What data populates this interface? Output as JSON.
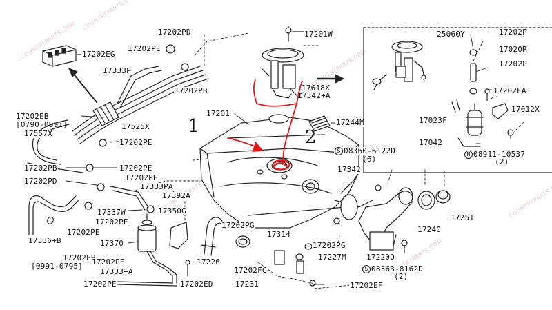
{
  "labels": {
    "p17202EG": "17202EG",
    "p17202PD_top": "17202PD",
    "p17202PE_top": "17202PE",
    "p17333P": "17333P",
    "p17202PB_top": "17202PB",
    "p17201W": "17201W",
    "p17618X": "17618X",
    "p17342A": "17342+A",
    "p25060Y": "25060Y",
    "p17202P_1": "17202P",
    "p17020R": "17020R",
    "p17202P_2": "17202P",
    "p17202EA": "17202EA",
    "p17012X": "17012X",
    "p17023F": "17023F",
    "p17042": "17042",
    "p08911": "08911-10537",
    "p08911_qty": "(2)",
    "p17202EB_left": "17202EB",
    "p0790": "[0790-0991]",
    "p17557X": "17557X",
    "p17525X": "17525X",
    "p17201": "17201",
    "p17244M": "17244M",
    "p17202PE_mid": "17202PE",
    "p08360": "08360-6122D",
    "p08360_qty": "(6)",
    "p17202PB_left": "17202PB",
    "p17202PE_left2": "17202PE",
    "p17342": "17342",
    "p17202PD_left": "17202PD",
    "p17202PE_left3": "17202PE",
    "p17333PA": "17333PA",
    "p17392A": "17392A",
    "p17337W": "17337W",
    "p17350G": "17350G",
    "p17202PE_l4": "17202PE",
    "p17202PG_1": "17202PG",
    "p17240": "17240",
    "p17251": "17251",
    "p17336B": "17336+B",
    "p17202PE_l5": "17202PE",
    "p17370": "17370",
    "p17314": "17314",
    "p17202PG_2": "17202PG",
    "p17202EB_bottom": "17202EB",
    "p0991": "[0991-0795]",
    "p17226": "17226",
    "p17227M": "17227M",
    "p17220Q": "17220Q",
    "p17202PE_l6": "17202PE",
    "p17202FC": "17202FC",
    "p08363": "08363-8162D",
    "p08363_qty": "(2)",
    "p17333A": "17333+A",
    "p17202PE_bottom": "17202PE",
    "p17202ED": "17202ED",
    "p17231": "17231",
    "p17202EF": "17202EF",
    "s_mark": "S",
    "n_mark": "N"
  },
  "annotations": {
    "hand_1": "1",
    "hand_2": "2"
  },
  "watermark": "COUNTRYPARTS.COM",
  "colors": {
    "line": "#222222",
    "annotation": "#e01818",
    "watermark": "#e9c9c9"
  }
}
